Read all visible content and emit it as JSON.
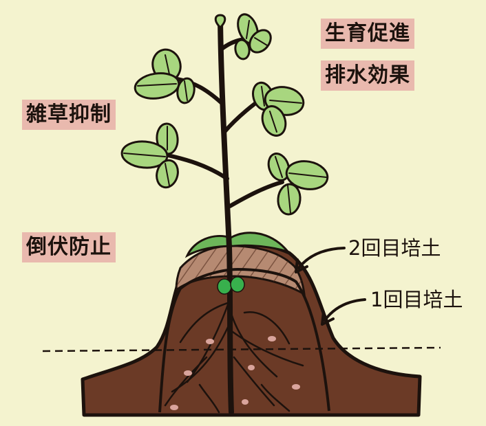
{
  "effects": {
    "growth": "生育促進",
    "drainage": "排水効果",
    "weed_control": "雑草抑制",
    "lodging_prevention": "倒伏防止"
  },
  "earthing_up": {
    "second": "2回目培土",
    "first": "1回目培土"
  },
  "colors": {
    "background": "#f4f3cf",
    "label_fill": "#e9b9ae",
    "soil": "#6b3a26",
    "second_layer": "#b68a72",
    "leaf": "#a8d67f",
    "outline": "#1c120d"
  }
}
